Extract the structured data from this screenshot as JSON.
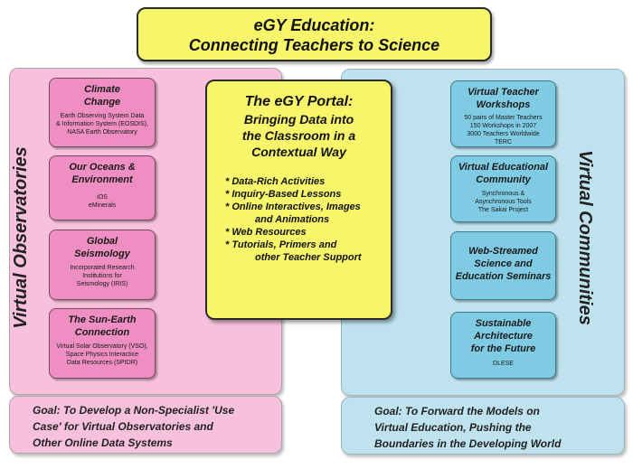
{
  "title": {
    "line1": "eGY Education:",
    "line2": "Connecting Teachers to Science"
  },
  "left": {
    "label": "Virtual Observatories",
    "boxes": [
      {
        "title": [
          "Climate",
          "Change"
        ],
        "sub": [
          "Earth Observing System Data",
          "& Information System (EOSDIS),",
          "NASA Earth Observatory"
        ]
      },
      {
        "title": [
          "Our Oceans &",
          "Environment"
        ],
        "sub": [
          "iOS",
          "eMinerals"
        ]
      },
      {
        "title": [
          "Global",
          "Seismology"
        ],
        "sub": [
          "Incorporated Research",
          "Institutions for",
          "Seismology (IRIS)"
        ]
      },
      {
        "title": [
          "The Sun-Earth",
          "Connection"
        ],
        "sub": [
          "Virtual Solar Observatory (VSO),",
          "Space Physics Interactice",
          "Data Resources (SPIDR)"
        ]
      }
    ],
    "goal": [
      "Goal: To Develop a Non-Specialist 'Use",
      "Case' for Virtual Observatories and",
      "Other Online Data Systems"
    ]
  },
  "center": {
    "title": [
      "The eGY Portal:",
      "Bringing Data into",
      "the Classroom in a",
      "Contextual Way"
    ],
    "bullets": [
      "* Data-Rich Activities",
      "* Inquiry-Based Lessons",
      "* Online Interactives, Images",
      "and Animations",
      "* Web Resources",
      "* Tutorials, Primers and",
      "other Teacher Support"
    ]
  },
  "right": {
    "label": "Virtual Communities",
    "boxes": [
      {
        "title": [
          "Virtual Teacher",
          "Workshops"
        ],
        "sub": [
          "50 pairs of Master Teachers",
          "150 Workshops in 2007",
          "3000 Teachers Worldwide",
          "TERC"
        ]
      },
      {
        "title": [
          "Virtual Educational",
          "Community"
        ],
        "sub": [
          "Synchronous &",
          "Asynchronous Tools",
          "The Sakai Project"
        ]
      },
      {
        "title": [
          "Web-Streamed",
          "Science and",
          "Education Seminars"
        ],
        "sub": []
      },
      {
        "title": [
          "Sustainable",
          "Architecture",
          "for the Future"
        ],
        "sub": [
          "DLESE"
        ]
      }
    ],
    "goal": [
      "Goal: To Forward the Models on",
      "Virtual Education, Pushing the",
      "Boundaries in the Developing World"
    ]
  },
  "colors": {
    "title_fill": "#f7f56a",
    "left_panel": "#f7c1dd",
    "left_box": "#ee8ec2",
    "right_panel": "#bfe3ee",
    "right_box": "#7fcbe3"
  }
}
